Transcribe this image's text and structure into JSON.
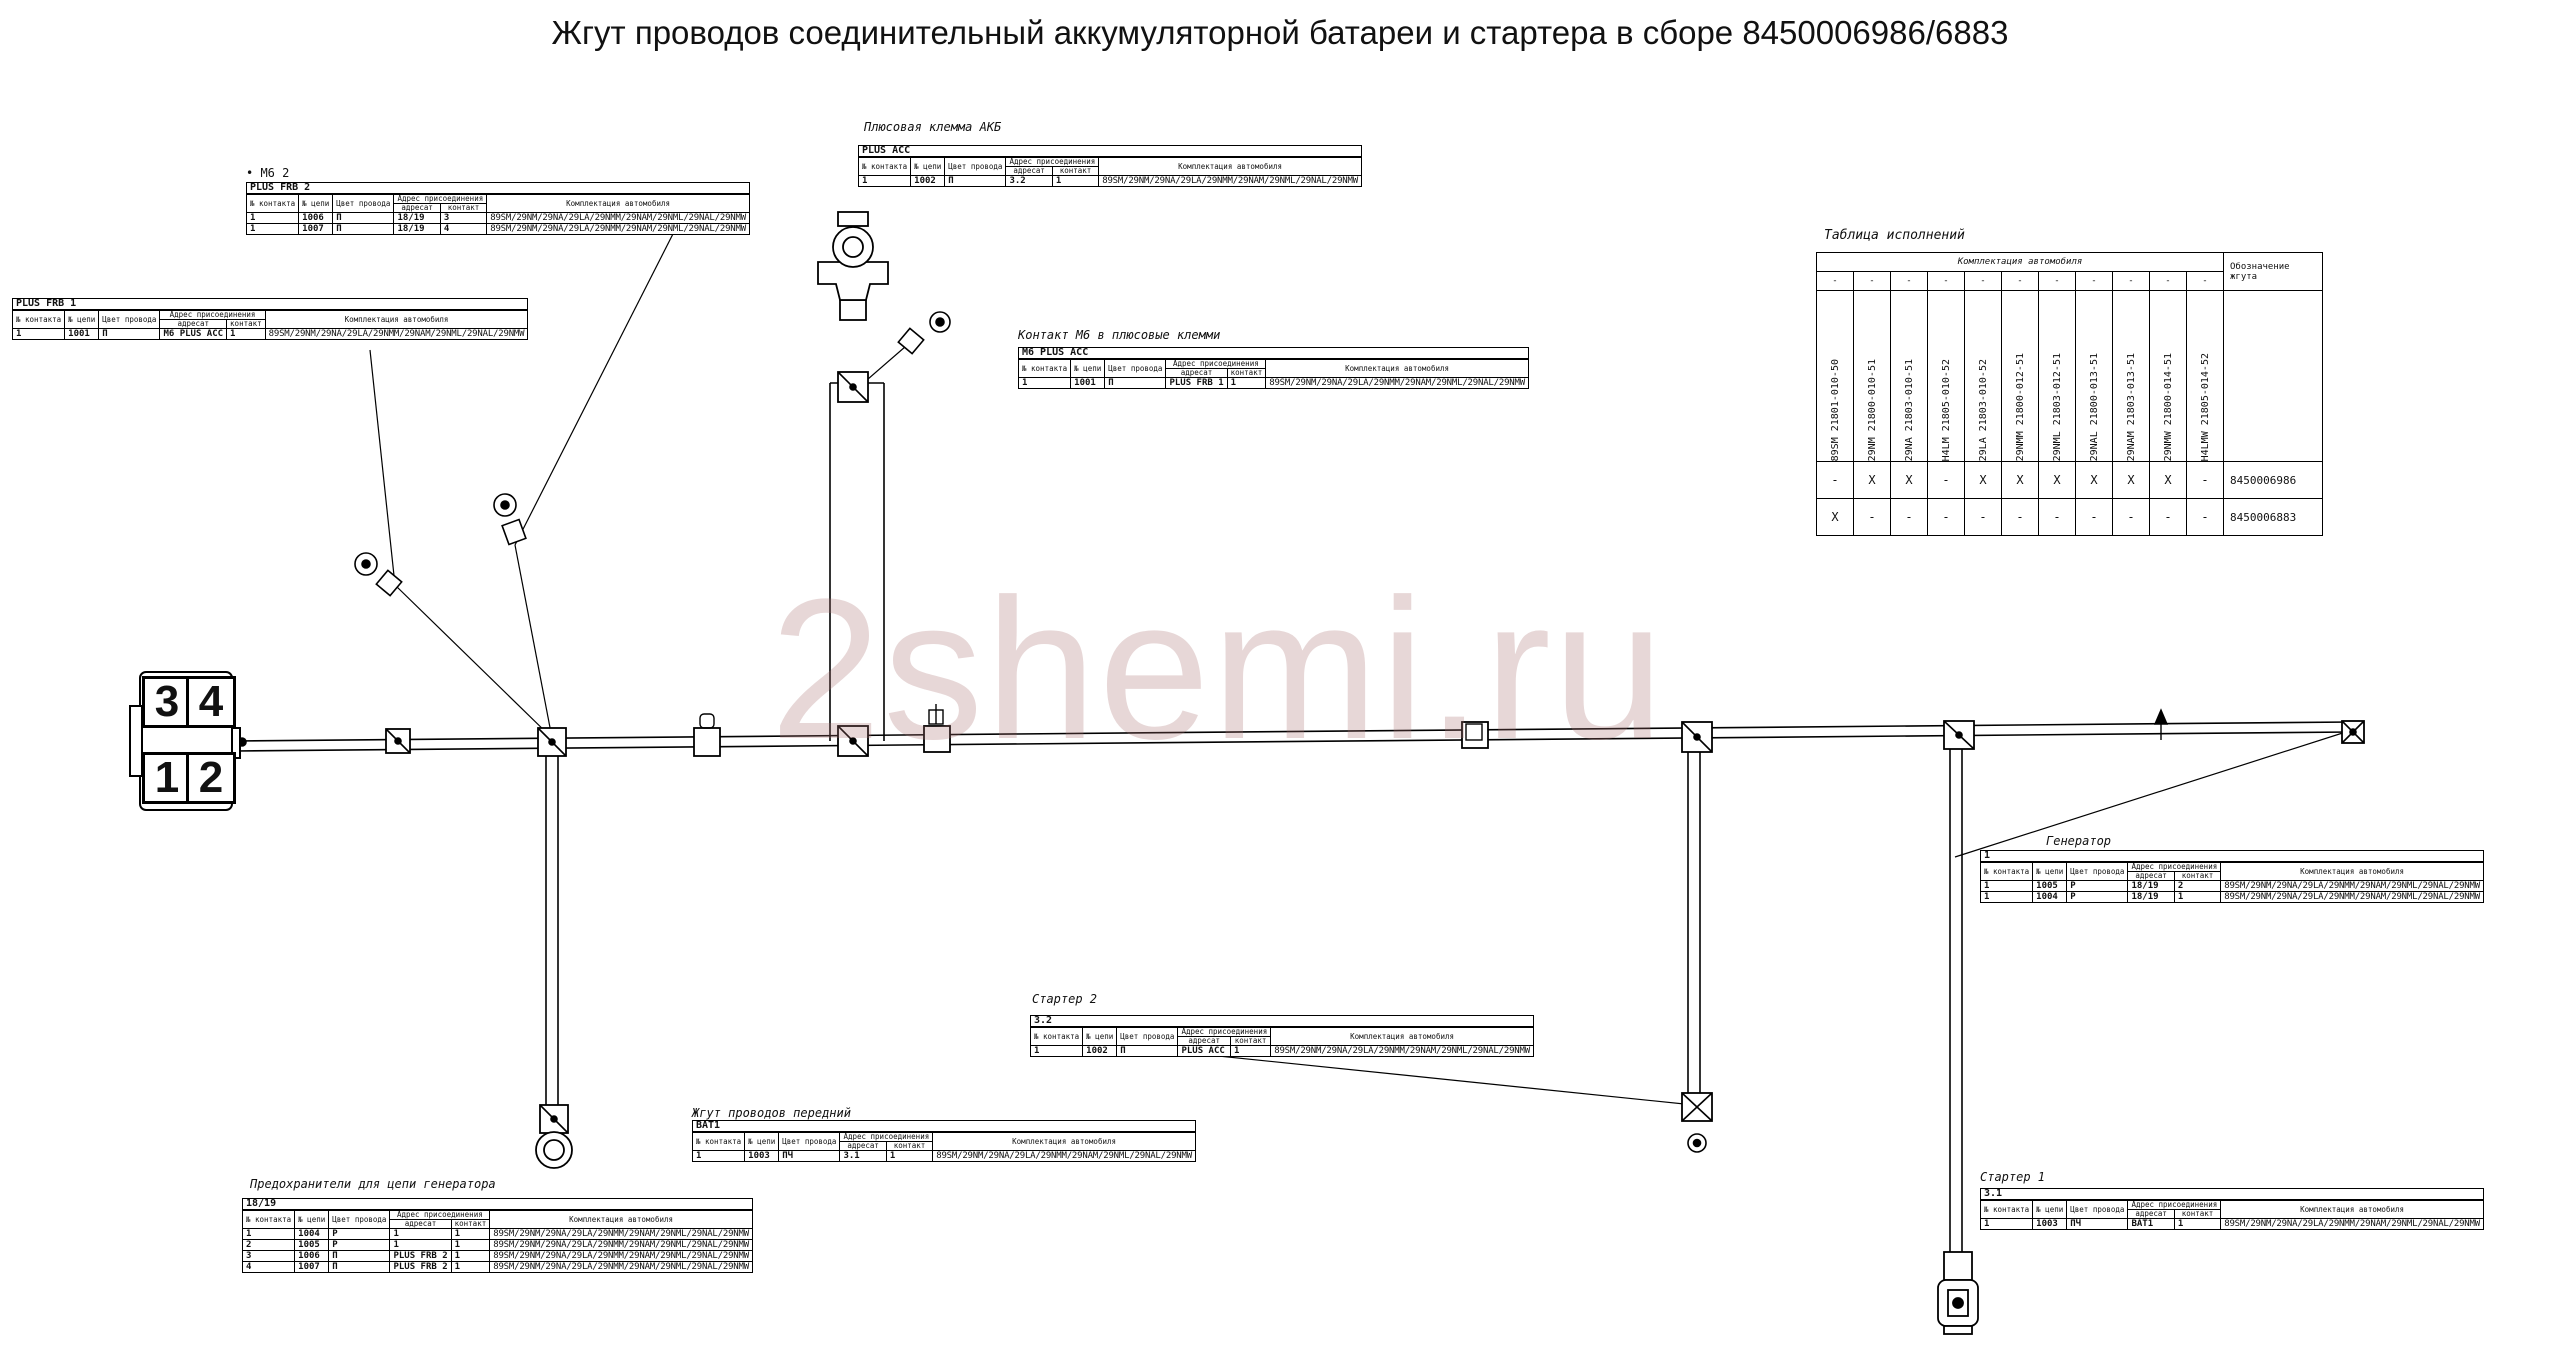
{
  "title": "Жгут проводов соединительный аккумуляторной батареи и стартера в сборе 8450006986/6883",
  "watermark": "2shemi.ru",
  "main_connector": {
    "pins": [
      "3",
      "4",
      "1",
      "2"
    ]
  },
  "labels": {
    "m6_2": "• M6 2",
    "plus_akb": "Плюсовая клемма АКБ",
    "contact_m6": "Контакт M6 в плюсовые клемми",
    "generator": "Генератор",
    "starter2": "Стартер 2",
    "front_harness": "Жгут проводов передний",
    "fuses": "Предохранители для цепи генератора",
    "starter1": "Стартер 1",
    "variants_title": "Таблица исполнений"
  },
  "table_headers": {
    "contact": "№ контакта",
    "circuit": "№ цепи",
    "color": "Цвет провода",
    "address": "Адрес присоединения",
    "addressee": "адресат",
    "address_contact": "контакт",
    "equipment": "Комплектация автомобиля"
  },
  "connector_tables": [
    {
      "id": "plus-frb-2",
      "name": "PLUS FRB 2",
      "rows": [
        [
          "1",
          "1006",
          "П",
          "18/19",
          "3",
          "89SM/29NM/29NA/29LA/29NMM/29NAM/29NML/29NAL/29NMW"
        ],
        [
          "1",
          "1007",
          "П",
          "18/19",
          "4",
          "89SM/29NM/29NA/29LA/29NMM/29NAM/29NML/29NAL/29NMW"
        ]
      ]
    },
    {
      "id": "plus-frb-1",
      "name": "PLUS FRB 1",
      "rows": [
        [
          "1",
          "1001",
          "П",
          "M6 PLUS ACC",
          "1",
          "89SM/29NM/29NA/29LA/29NMM/29NAM/29NML/29NAL/29NMW"
        ]
      ]
    },
    {
      "id": "plus-acc",
      "name": "PLUS ACC",
      "rows": [
        [
          "1",
          "1002",
          "П",
          "3.2",
          "1",
          "89SM/29NM/29NA/29LA/29NMM/29NAM/29NML/29NAL/29NMW"
        ]
      ]
    },
    {
      "id": "m6-plus-acc",
      "name": "M6 PLUS ACC",
      "rows": [
        [
          "1",
          "1001",
          "П",
          "PLUS FRB 1",
          "1",
          "89SM/29NM/29NA/29LA/29NMM/29NAM/29NML/29NAL/29NMW"
        ]
      ]
    },
    {
      "id": "generator-1",
      "name": "1",
      "rows": [
        [
          "1",
          "1005",
          "Р",
          "18/19",
          "2",
          "89SM/29NM/29NA/29LA/29NMM/29NAM/29NML/29NAL/29NMW"
        ],
        [
          "1",
          "1004",
          "Р",
          "18/19",
          "1",
          "89SM/29NM/29NA/29LA/29NMM/29NAM/29NML/29NAL/29NMW"
        ]
      ]
    },
    {
      "id": "starter-3-2",
      "name": "3.2",
      "rows": [
        [
          "1",
          "1002",
          "П",
          "PLUS ACC",
          "1",
          "89SM/29NM/29NA/29LA/29NMM/29NAM/29NML/29NAL/29NMW"
        ]
      ]
    },
    {
      "id": "bat1",
      "name": "BAT1",
      "rows": [
        [
          "1",
          "1003",
          "ПЧ",
          "3.1",
          "1",
          "89SM/29NM/29NA/29LA/29NMM/29NAM/29NML/29NAL/29NMW"
        ]
      ]
    },
    {
      "id": "fuse-18-19",
      "name": "18/19",
      "rows": [
        [
          "1",
          "1004",
          "Р",
          "1",
          "1",
          "89SM/29NM/29NA/29LA/29NMM/29NAM/29NML/29NAL/29NMW"
        ],
        [
          "2",
          "1005",
          "Р",
          "1",
          "1",
          "89SM/29NM/29NA/29LA/29NMM/29NAM/29NML/29NAL/29NMW"
        ],
        [
          "3",
          "1006",
          "П",
          "PLUS FRB 2",
          "1",
          "89SM/29NM/29NA/29LA/29NMM/29NAM/29NML/29NAL/29NMW"
        ],
        [
          "4",
          "1007",
          "П",
          "PLUS FRB 2",
          "1",
          "89SM/29NM/29NA/29LA/29NMM/29NAM/29NML/29NAL/29NMW"
        ]
      ]
    },
    {
      "id": "starter-3-1",
      "name": "3.1",
      "rows": [
        [
          "1",
          "1003",
          "ПЧ",
          "BAT1",
          "1",
          "89SM/29NM/29NA/29LA/29NMM/29NAM/29NML/29NAL/29NMW"
        ]
      ]
    }
  ],
  "variants_table": {
    "header_equipment": "Комплектация автомобиля",
    "header_designation": "Обозначение жгута",
    "dashes": [
      "-",
      "-",
      "-",
      "-",
      "-",
      "-",
      "-",
      "-",
      "-",
      "-",
      "-",
      "-",
      "-"
    ],
    "columns": [
      [
        "89SM",
        "21801-010-50"
      ],
      [
        "29NM",
        "21800-010-51"
      ],
      [
        "29NA",
        "21803-010-51"
      ],
      [
        "H4LM",
        "21805-010-52"
      ],
      [
        "29LA",
        "21803-010-52"
      ],
      [
        "29NMM",
        "21800-012-51"
      ],
      [
        "29NML",
        "21803-012-51"
      ],
      [
        "29NAL",
        "21800-013-51"
      ],
      [
        "29NAM",
        "21803-013-51"
      ],
      [
        "29NMW",
        "21800-014-51"
      ],
      [
        "H4LMW",
        "21805-014-52"
      ]
    ],
    "rows": [
      {
        "marks": [
          "-",
          "X",
          "X",
          "-",
          "X",
          "X",
          "X",
          "X",
          "X",
          "X",
          "-"
        ],
        "designation": "8450006986"
      },
      {
        "marks": [
          "X",
          "-",
          "-",
          "-",
          "-",
          "-",
          "-",
          "-",
          "-",
          "-",
          "-"
        ],
        "designation": "8450006883"
      }
    ]
  }
}
